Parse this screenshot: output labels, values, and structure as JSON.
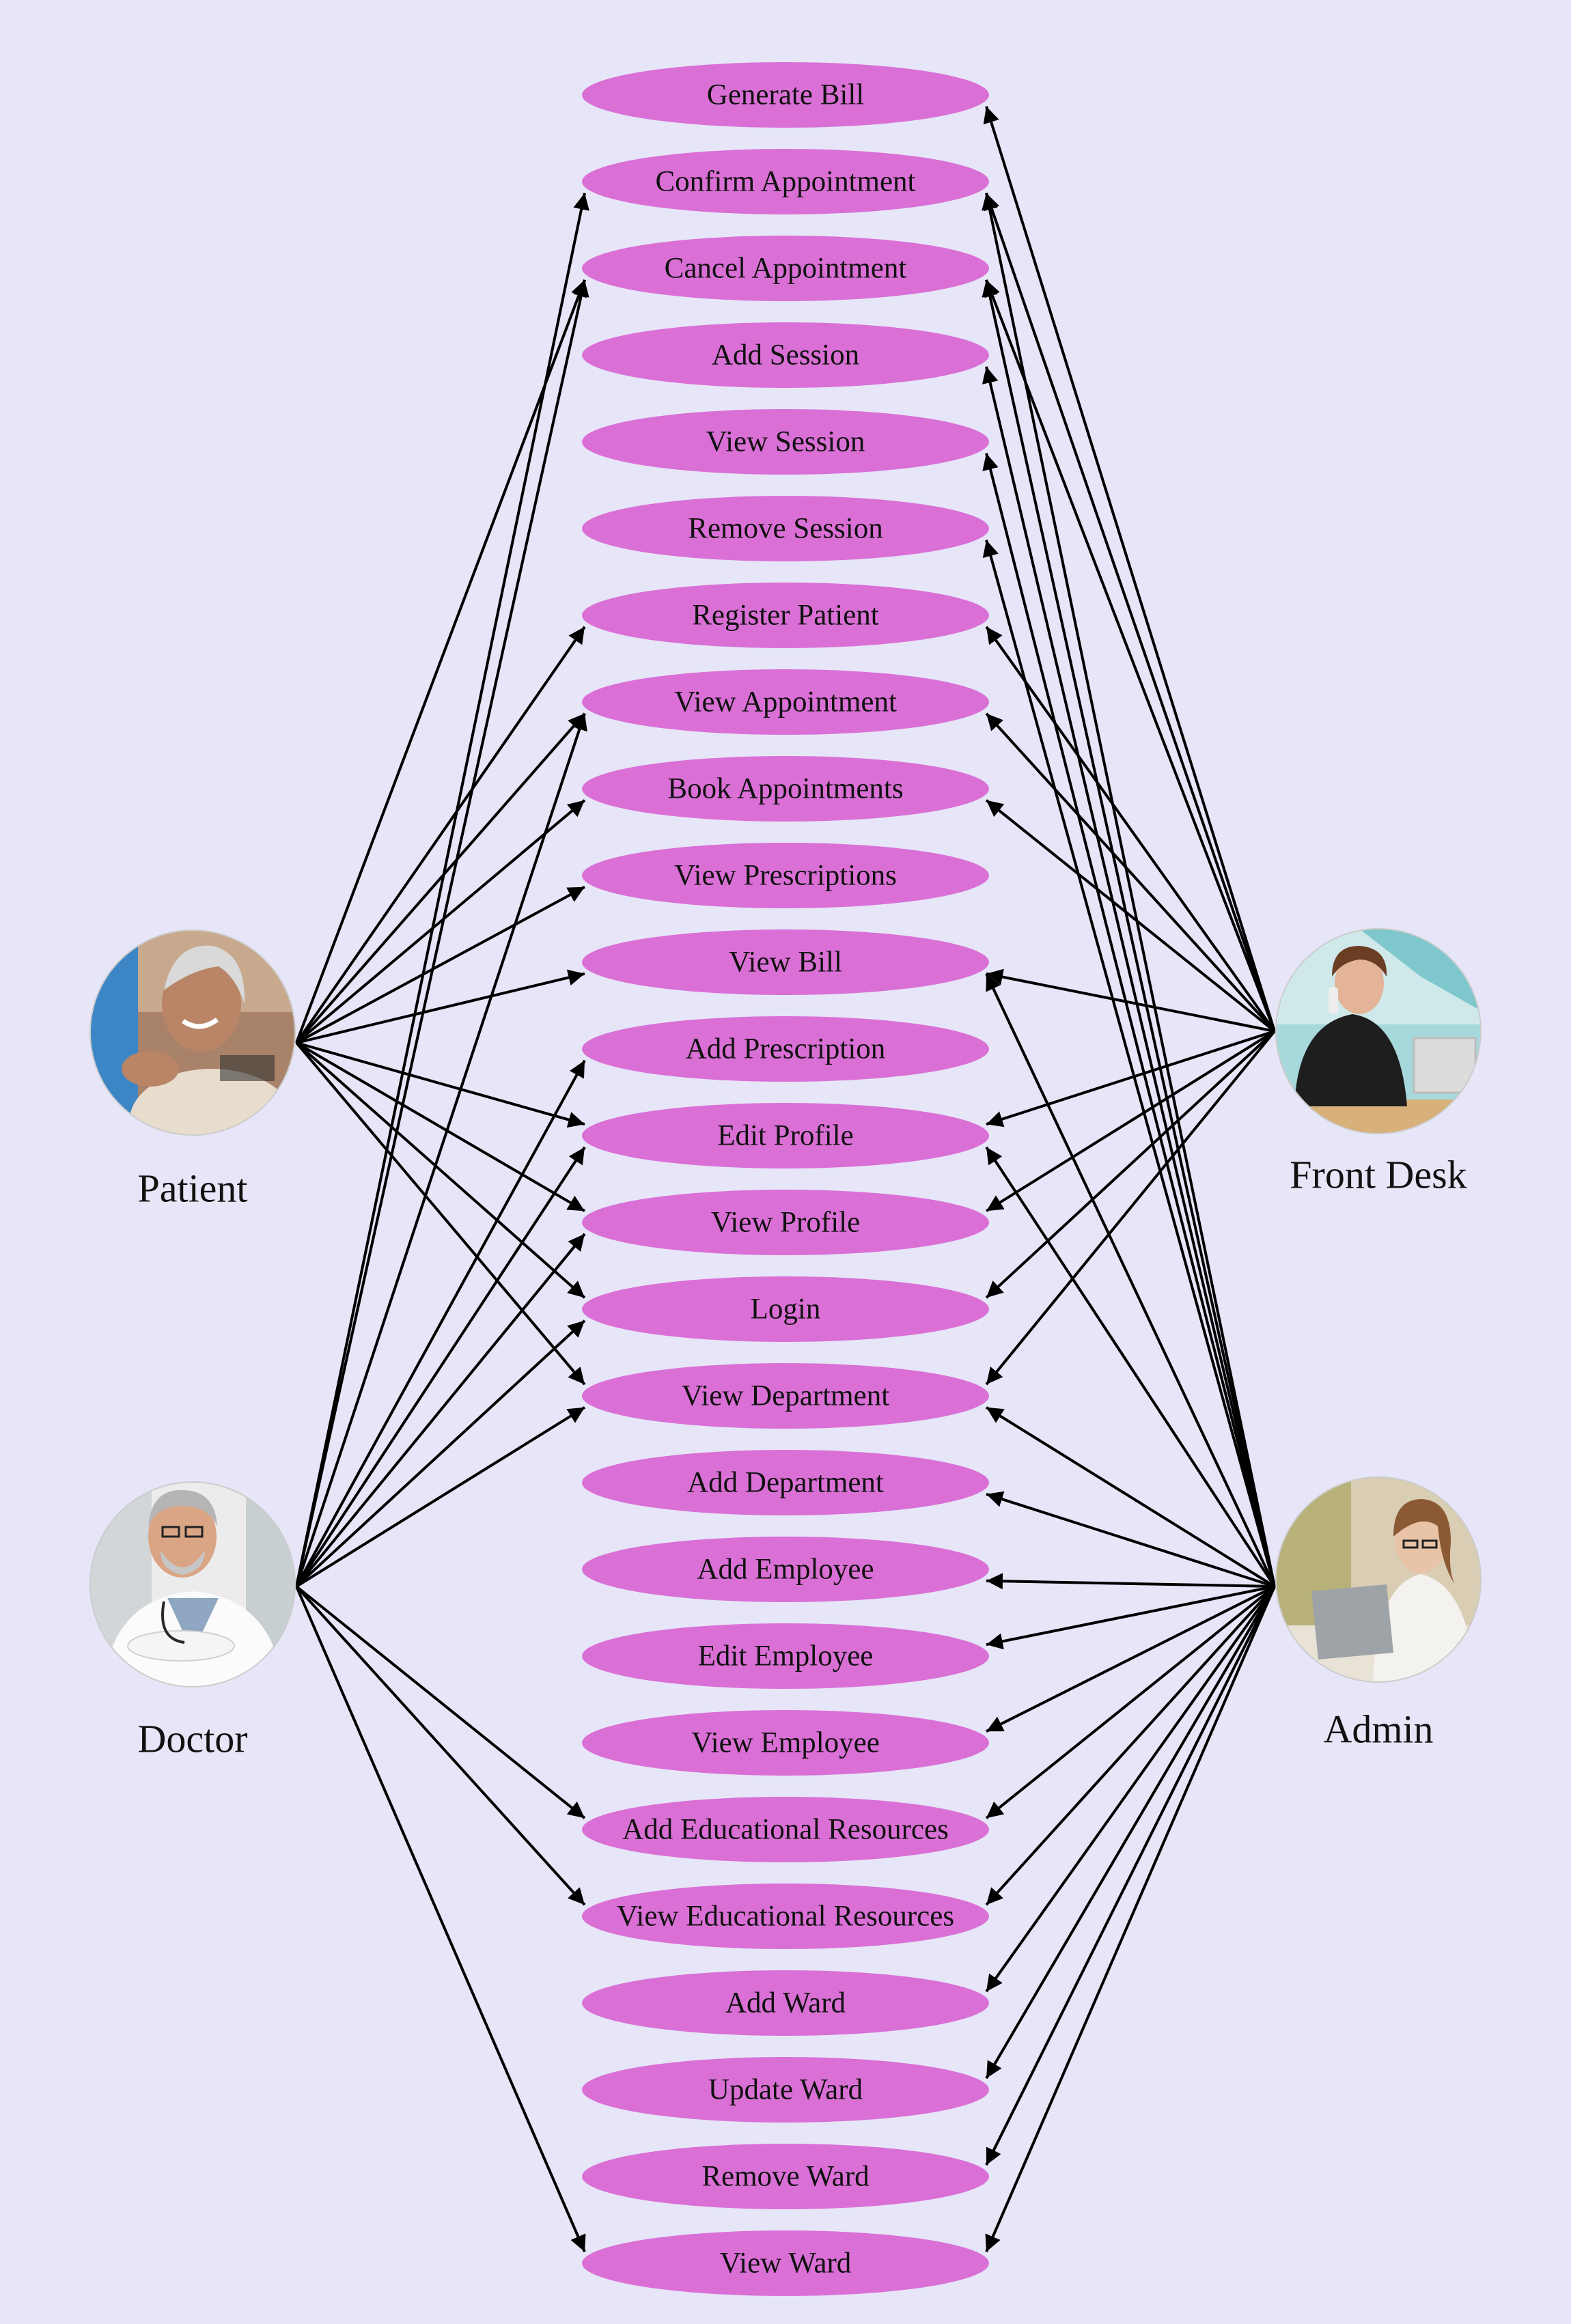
{
  "colors": {
    "background": "#e6e6f8",
    "use_case_fill": "#da70d6",
    "edge": "#000000",
    "text": "#111111"
  },
  "actors": {
    "patient": {
      "label": "Patient",
      "icon": "patient-photo"
    },
    "doctor": {
      "label": "Doctor",
      "icon": "doctor-photo"
    },
    "front_desk": {
      "label": "Front Desk",
      "icon": "receptionist-photo"
    },
    "admin": {
      "label": "Admin",
      "icon": "admin-photo"
    }
  },
  "use_cases": [
    "Generate Bill",
    "Confirm Appointment",
    "Cancel Appointment",
    "Add Session",
    "View Session",
    "Remove Session",
    "Register Patient",
    "View Appointment",
    "Book Appointments",
    "View Prescriptions",
    "View Bill",
    "Add Prescription",
    "Edit Profile",
    "View Profile",
    "Login",
    "View Department",
    "Add Department",
    "Add Employee",
    "Edit Employee",
    "View Employee",
    "Add Educational Resources",
    "View Educational Resources",
    "Add Ward",
    "Update Ward",
    "Remove Ward",
    "View Ward"
  ],
  "associations": {
    "patient": [
      "Cancel Appointment",
      "Register Patient",
      "View Appointment",
      "Book Appointments",
      "View Prescriptions",
      "View Bill",
      "Edit Profile",
      "View Profile",
      "Login",
      "View Department"
    ],
    "doctor": [
      "Confirm Appointment",
      "Cancel Appointment",
      "View Appointment",
      "Add Prescription",
      "Edit Profile",
      "View Profile",
      "Login",
      "View Department",
      "Add Educational Resources",
      "View Educational Resources",
      "View Ward"
    ],
    "front_desk": [
      "Generate Bill",
      "Confirm Appointment",
      "Cancel Appointment",
      "Register Patient",
      "View Appointment",
      "Book Appointments",
      "View Bill",
      "Edit Profile",
      "View Profile",
      "Login",
      "View Department"
    ],
    "admin": [
      "Confirm Appointment",
      "Cancel Appointment",
      "Add Session",
      "View Session",
      "Remove Session",
      "View Bill",
      "Edit Profile",
      "View Department",
      "Add Department",
      "Add Employee",
      "Edit Employee",
      "View Employee",
      "Add Educational Resources",
      "View Educational Resources",
      "Add Ward",
      "Update Ward",
      "Remove Ward",
      "View Ward"
    ]
  }
}
